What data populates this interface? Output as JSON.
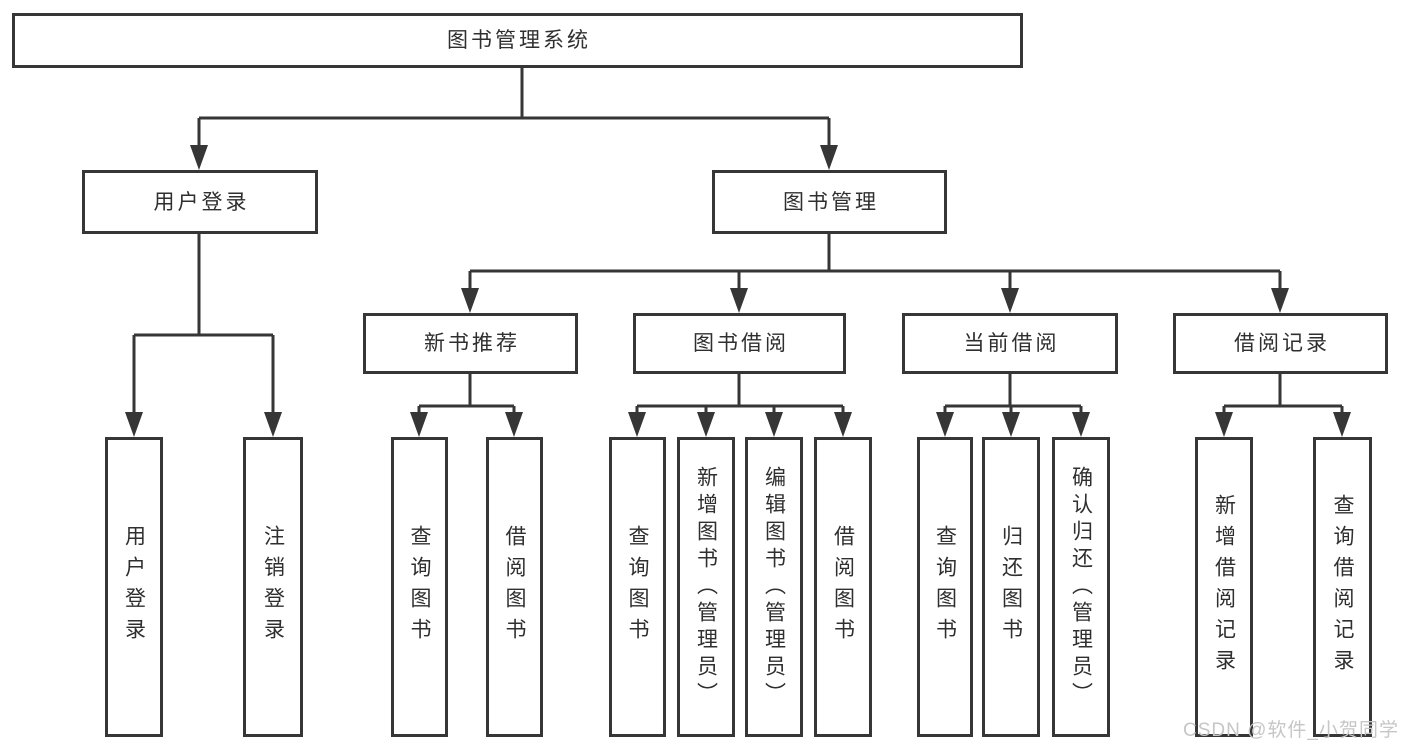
{
  "diagram": {
    "title": "图书管理系统",
    "user_login": {
      "label": "用户登录",
      "children": [
        "用户登录",
        "注销登录"
      ]
    },
    "book_management": {
      "label": "图书管理",
      "modules": [
        {
          "label": "新书推荐",
          "children": [
            "查询图书",
            "借阅图书"
          ]
        },
        {
          "label": "图书借阅",
          "children": [
            "查询图书",
            "新增图书（管理员）",
            "编辑图书（管理员）",
            "借阅图书"
          ]
        },
        {
          "label": "当前借阅",
          "children": [
            "查询图书",
            "归还图书",
            "确认归还（管理员）"
          ]
        },
        {
          "label": "借阅记录",
          "children": [
            "新增借阅记录",
            "查询借阅记录"
          ]
        }
      ]
    }
  },
  "watermark": "CSDN @软件_小贺同学",
  "colors": {
    "line": "#363636",
    "text": "#2f2f2f",
    "watermark": "#c6c6c6",
    "background": "#ffffff"
  }
}
